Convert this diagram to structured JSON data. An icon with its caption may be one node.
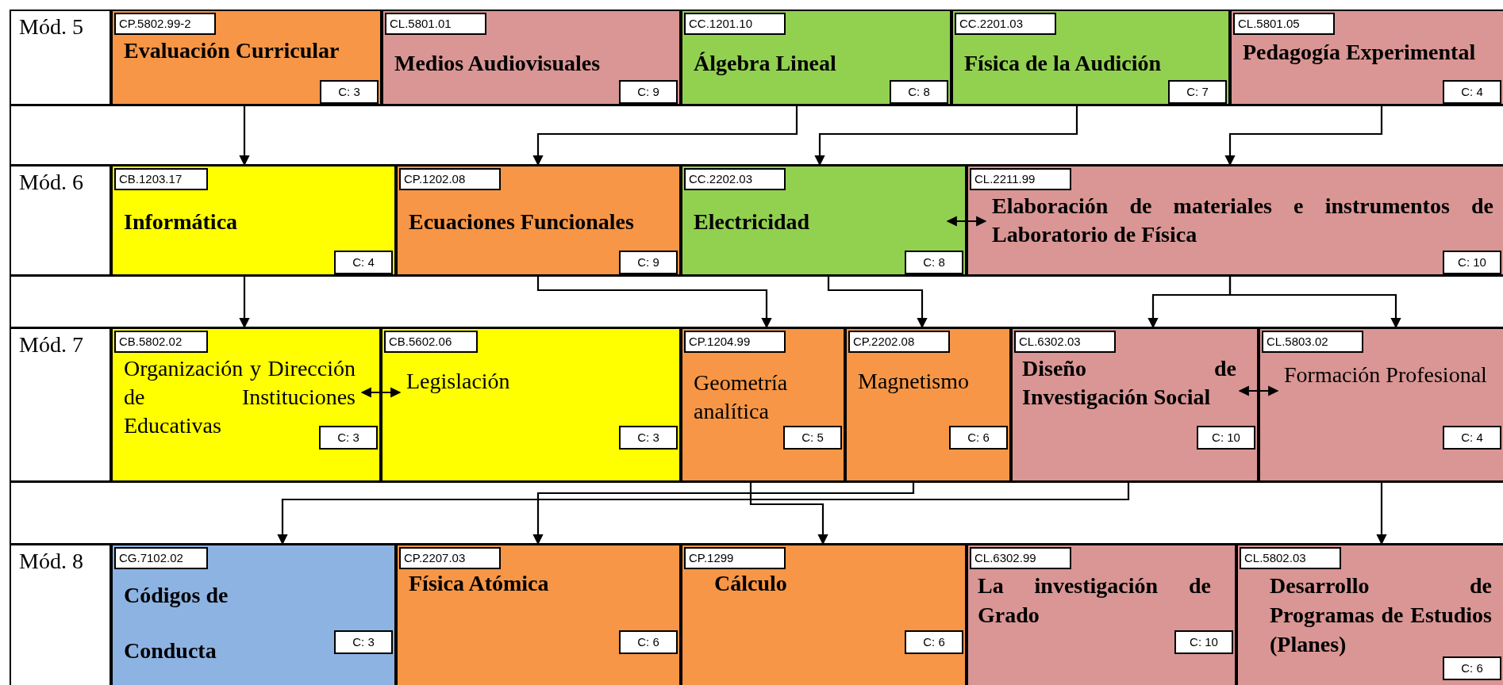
{
  "diagram": {
    "nodes": [
      {
        "text": [
          "Mód. 5"
        ]
      },
      {
        "text": [
          "CP.5802.99-2",
          "Evaluación Curricular",
          "C: 3"
        ]
      },
      {
        "text": [
          "CL.5801.01",
          "Medios Audiovisuales",
          "C: 9"
        ]
      },
      {
        "text": [
          "CC.1201.10",
          "Álgebra Lineal",
          "C: 8"
        ]
      },
      {
        "text": [
          "CC.2201.03",
          "Física de la Audición",
          "C: 7"
        ]
      },
      {
        "text": [
          "CL.5801.05",
          "Pedagogía Experimental",
          "C: 4"
        ]
      },
      {
        "text": [
          "Mód. 6"
        ]
      },
      {
        "text": [
          "CB.1203.17",
          "Informática",
          "C: 4"
        ]
      },
      {
        "text": [
          "CP.1202.08",
          "Ecuaciones Funcionales",
          "C: 9"
        ]
      },
      {
        "text": [
          "CC.2202.03",
          "Electricidad",
          "C: 8"
        ]
      },
      {
        "text": [
          "CL.2211.99",
          "Elaboración de materiales e instrumentos de Laboratorio de Física",
          "C: 10"
        ]
      },
      {
        "text": [
          "Mód. 7"
        ]
      },
      {
        "text": [
          "CB.5802.02",
          "Organización y Dirección de Instituciones Educativas",
          "C: 3"
        ]
      },
      {
        "text": [
          "CB.5602.06",
          "Legislación",
          "C: 3"
        ]
      },
      {
        "text": [
          "CP.1204.99",
          "Geometría analítica",
          "C: 5"
        ]
      },
      {
        "text": [
          "CP.2202.08",
          "Magnetismo",
          "C: 6"
        ]
      },
      {
        "text": [
          "CL.6302.03",
          "Diseño de Investigación Social",
          "C: 10"
        ]
      },
      {
        "text": [
          "CL.5803.02",
          "Formación Profesional",
          "C: 4"
        ]
      },
      {
        "text": [
          "Mód. 8"
        ]
      },
      {
        "text": [
          "CG.7102.02",
          "Códigos de Conducta",
          "C: 3"
        ]
      },
      {
        "text": [
          "CP.2207.03",
          "Física Atómica",
          "C: 6"
        ]
      },
      {
        "text": [
          "CP.1299",
          "Cálculo",
          "C: 6"
        ]
      },
      {
        "text": [
          "CL.6302.99",
          "La investigación de Grado",
          "C: 10"
        ]
      },
      {
        "text": [
          "CL.5802.03",
          "Desarrollo de Programas de Estudios (Planes)",
          "C: 6"
        ]
      }
    ],
    "edges": [
      {
        "from": 1,
        "to": 7,
        "arrow": "to"
      },
      {
        "from": 3,
        "to": 8,
        "arrow": "to"
      },
      {
        "from": 4,
        "to": 9,
        "arrow": "to"
      },
      {
        "from": 5,
        "to": 10,
        "arrow": "to"
      },
      {
        "from": 9,
        "to": 10,
        "arrow": "both"
      },
      {
        "from": 7,
        "to": 12,
        "arrow": "to"
      },
      {
        "from": 8,
        "to": 14,
        "arrow": "to"
      },
      {
        "from": 9,
        "to": 15,
        "arrow": "to"
      },
      {
        "from": 10,
        "to": 16,
        "arrow": "to"
      },
      {
        "from": 10,
        "to": 17,
        "arrow": "to"
      },
      {
        "from": 12,
        "to": 13,
        "arrow": "both"
      },
      {
        "from": 16,
        "to": 17,
        "arrow": "both"
      },
      {
        "from": 16,
        "to": 19,
        "arrow": "to"
      },
      {
        "from": 15,
        "to": 20,
        "arrow": "to"
      },
      {
        "from": 14,
        "to": 21,
        "arrow": "to"
      },
      {
        "from": 17,
        "to": 23,
        "arrow": "to"
      }
    ]
  }
}
